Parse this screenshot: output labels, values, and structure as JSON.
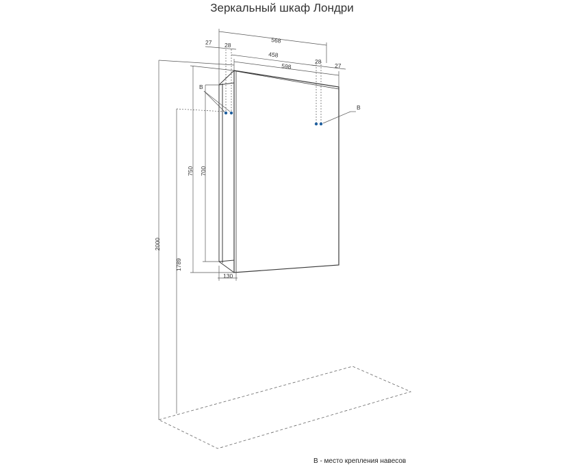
{
  "title": "Зеркальный шкаф Лондри",
  "legend": "В - место крепления навесов",
  "colors": {
    "line": "#4a4a4a",
    "dim": "#555555",
    "point": "#1f5f9e"
  },
  "labels": {
    "w568": "568",
    "w458": "458",
    "w598": "598",
    "left27": "27",
    "left28": "28",
    "right28": "28",
    "right27": "27",
    "h750": "750",
    "h700": "700",
    "h2000": "2000",
    "h1789": "1789",
    "depth130": "130",
    "mountLeft": "В",
    "mountRight": "В"
  }
}
